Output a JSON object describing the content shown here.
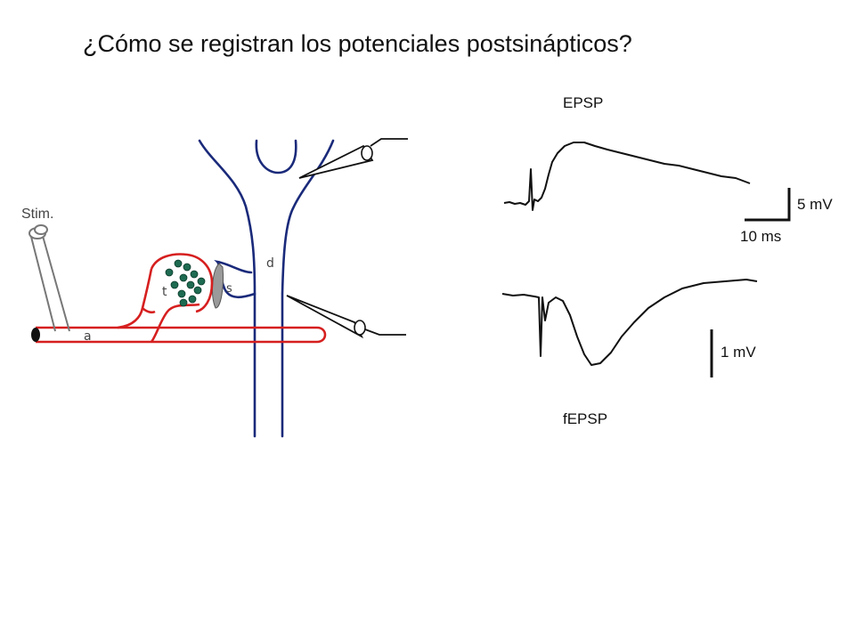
{
  "slide": {
    "title": "¿Cómo se registran los potenciales postsinápticos?"
  },
  "diagram": {
    "stim_label": "Stim.",
    "axon_label": "a",
    "terminal_label": "t",
    "spine_label": "s",
    "dendrite_label": "d",
    "colors": {
      "axon": "#d61f1f",
      "dendrite": "#1a2a7a",
      "vesicle": "#1e6b52",
      "trace": "#111111"
    }
  },
  "traces": {
    "epsp_label": "EPSP",
    "fepsp_label": "fEPSP",
    "epsp_scale_v": "5 mV",
    "epsp_scale_t": "10 ms",
    "fepsp_scale_v": "1 mV"
  }
}
